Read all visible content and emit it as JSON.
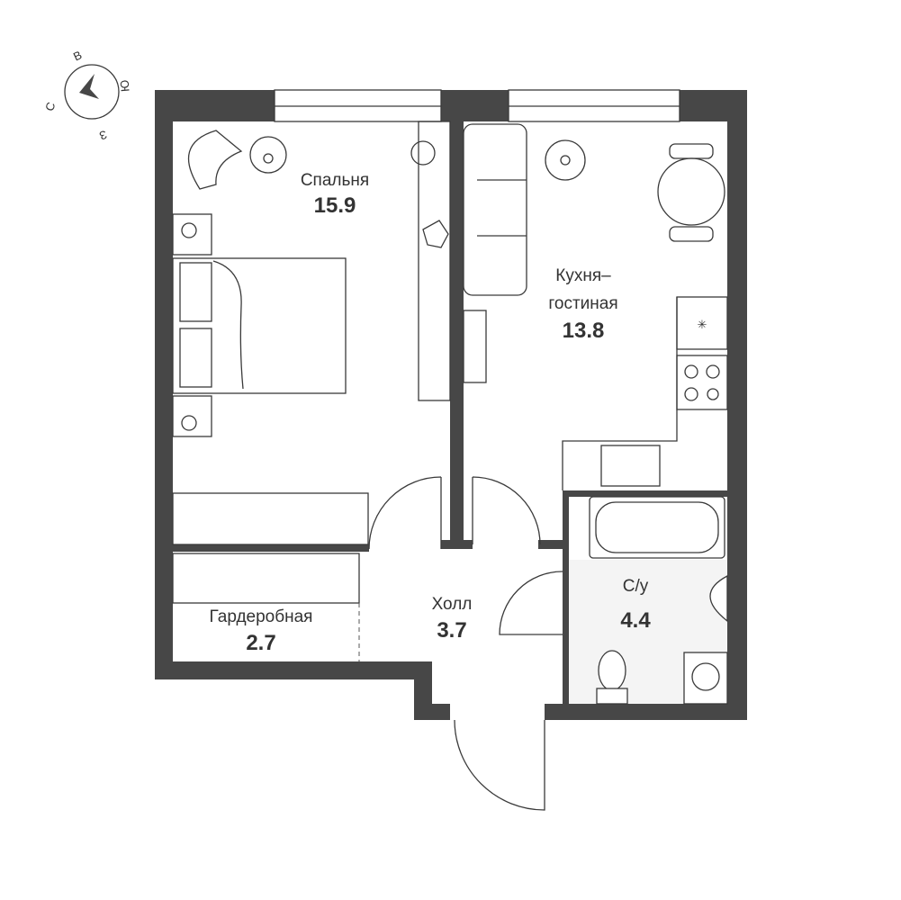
{
  "compass": {
    "north": "С",
    "east": "В",
    "south": "Ю",
    "west": "З"
  },
  "rooms": [
    {
      "name": "Спальня",
      "area": "15.9"
    },
    {
      "name_line1": "Кухня–",
      "name_line2": "гостиная",
      "area": "13.8"
    },
    {
      "name": "Гардеробная",
      "area": "2.7"
    },
    {
      "name": "Холл",
      "area": "3.7"
    },
    {
      "name": "С/у",
      "area": "4.4"
    }
  ],
  "colors": {
    "wall": "#474747",
    "line": "#3a3a3a"
  }
}
